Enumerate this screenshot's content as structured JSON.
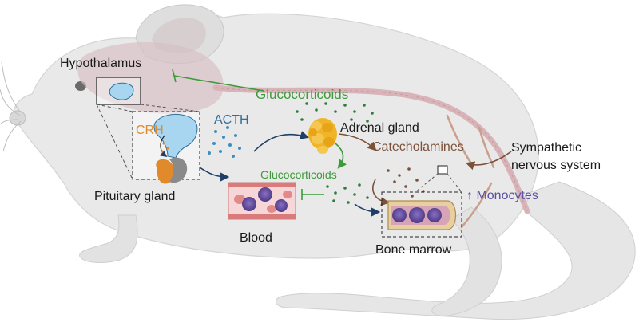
{
  "labels": {
    "hypothalamus": "Hypothalamus",
    "glucocorticoids_top": "Glucocorticoids",
    "crh": "CRH",
    "acth": "ACTH",
    "adrenal_gland": "Adrenal gland",
    "catecholamines": "Catecholamines",
    "sympathetic_line1": "Sympathetic",
    "sympathetic_line2": "nervous system",
    "glucocorticoids_mid": "Glucocorticoids",
    "pituitary_gland": "Pituitary gland",
    "monocytes": "↑ Monocytes",
    "blood": "Blood",
    "bone_marrow": "Bone marrow"
  },
  "colors": {
    "glucocorticoid_green": "#3d9a3a",
    "crh_orange": "#e08a2c",
    "acth_blue": "#2f6f9a",
    "catecholamine_brown": "#7a5238",
    "monocyte_purple": "#5b4fa0",
    "arrow_navy": "#1f3f66",
    "label_dark": "#1a1a1a"
  }
}
